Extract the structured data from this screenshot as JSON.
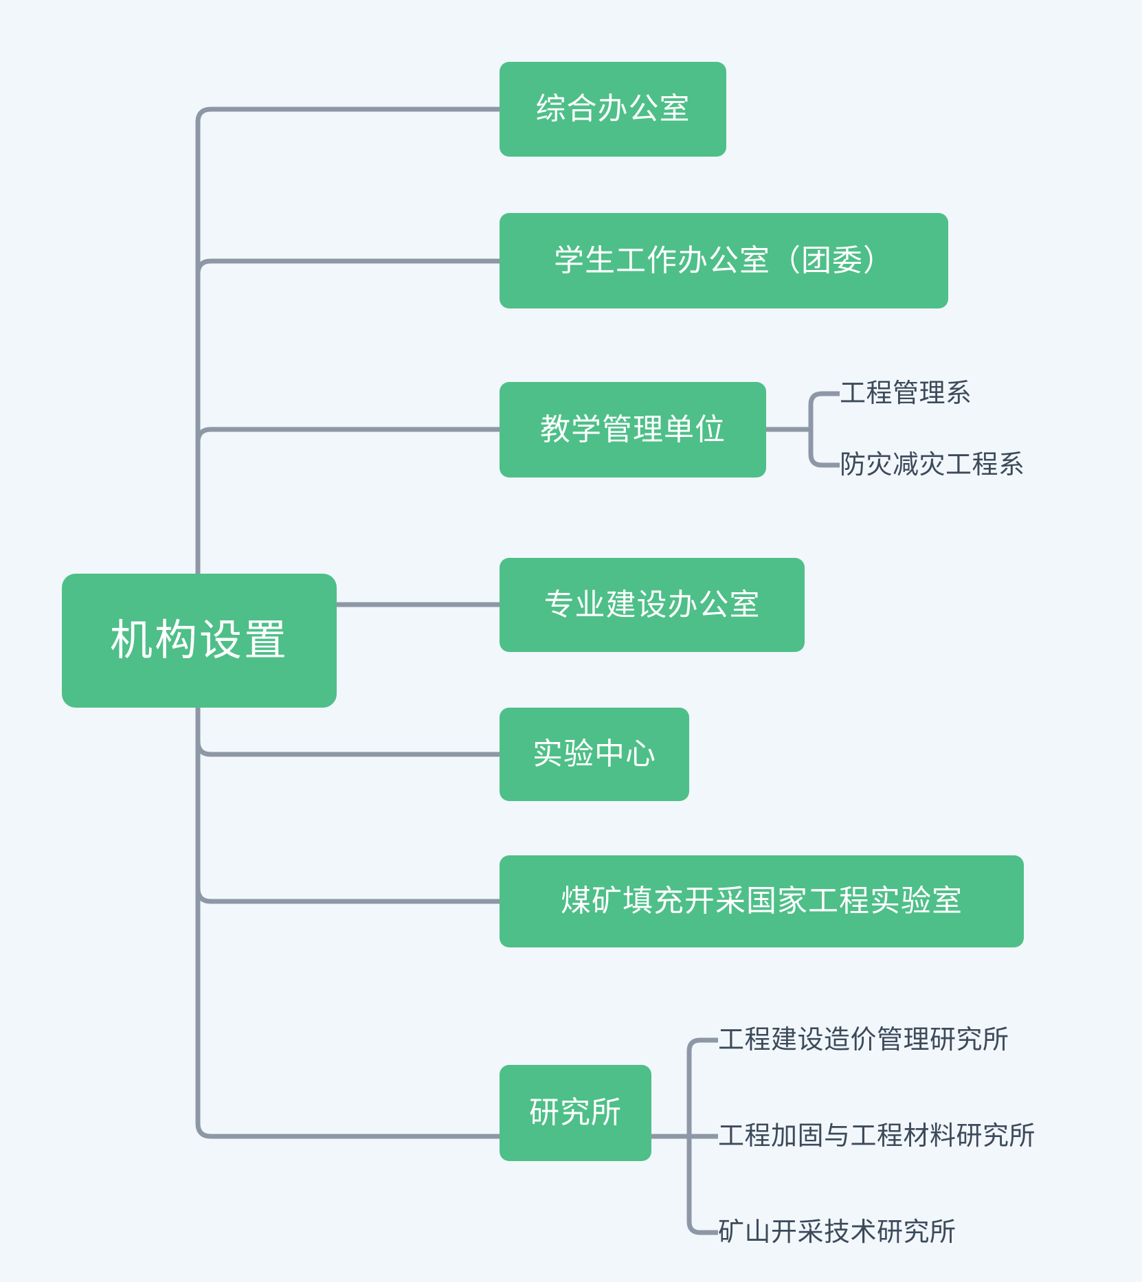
{
  "diagram": {
    "type": "mind-map",
    "background_color": "#f2f7fb",
    "node_color": "#4ebf88",
    "node_text_color": "#ffffff",
    "connector_color": "#8d97a6",
    "leaf_text_color": "#3c4a5a",
    "root": {
      "label": "机构设置"
    },
    "branches": [
      {
        "label": "综合办公室",
        "children": []
      },
      {
        "label": "学生工作办公室（团委）",
        "children": []
      },
      {
        "label": "教学管理单位",
        "children": [
          "工程管理系",
          "防灾减灾工程系"
        ]
      },
      {
        "label": "专业建设办公室",
        "children": []
      },
      {
        "label": "实验中心",
        "children": []
      },
      {
        "label": "煤矿填充开采国家工程实验室",
        "children": []
      },
      {
        "label": "研究所",
        "children": [
          "工程建设造价管理研究所",
          "工程加固与工程材料研究所",
          "矿山开采技术研究所"
        ]
      }
    ]
  }
}
